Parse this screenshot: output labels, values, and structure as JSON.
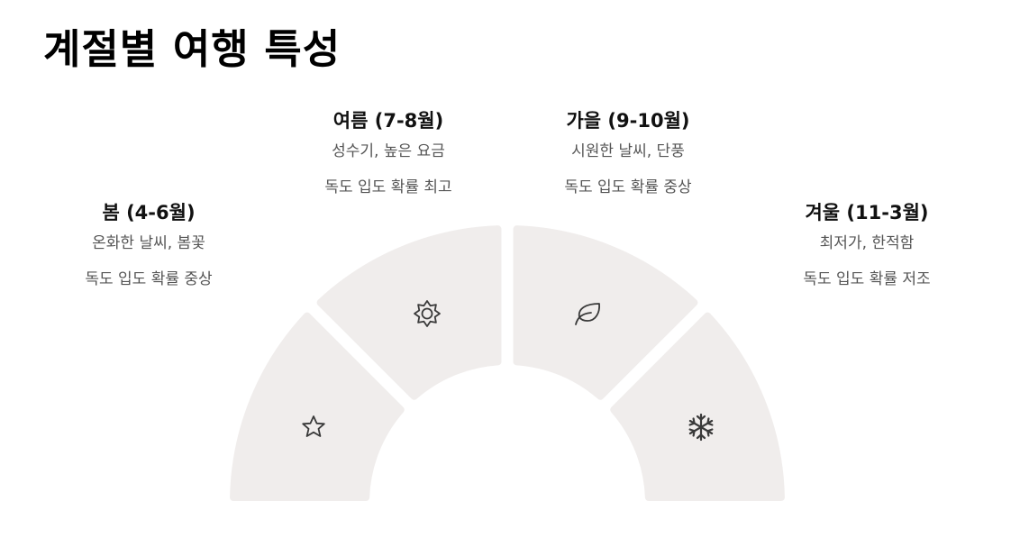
{
  "title": "계절별 여행 특성",
  "colors": {
    "segment_fill": "#f0edec",
    "icon_stroke": "#3a3a3a",
    "title_text": "#000000",
    "description_text": "#555555"
  },
  "seasons": [
    {
      "name": "봄 (4-6월)",
      "description_1": "온화한 날씨, 봄꽃",
      "description_2": "독도 입도 확률 중상",
      "icon": "star-icon"
    },
    {
      "name": "여름 (7-8월)",
      "description_1": "성수기, 높은 요금",
      "description_2": "독도 입도 확률 최고",
      "icon": "sun-icon"
    },
    {
      "name": "가을 (9-10월)",
      "description_1": "시원한 날씨, 단풍",
      "description_2": "독도 입도 확률 중상",
      "icon": "leaf-icon"
    },
    {
      "name": "겨울 (11-3월)",
      "description_1": "최저가, 한적함",
      "description_2": "독도 입도 확률 저조",
      "icon": "snowflake-icon"
    }
  ]
}
